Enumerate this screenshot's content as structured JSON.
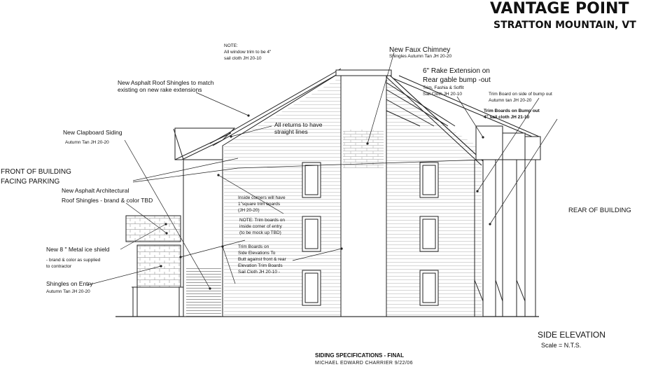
{
  "title": {
    "line1": "VANTAGE POINT",
    "line2": "STRATTON MOUNTAIN,  VT"
  },
  "labels": {
    "front_1": "FRONT OF BUILDING",
    "front_2": "FACING PARKING",
    "rear": "REAR OF BUILDING",
    "side_elevation": "SIDE ELEVATION",
    "scale": "Scale = N.T.S."
  },
  "notes": {
    "window_trim_1": "NOTE:",
    "window_trim_2": "All window trim to be 4\"",
    "window_trim_3": "sail cloth JH 20-10",
    "faux_chimney_1": "New  Faux Chimney",
    "faux_chimney_2": "Shingles Autumn Tan JH 20-20",
    "rake_1": "6\" Rake Extension on",
    "rake_2": "Rear gable bump -out",
    "rake_3": "Trim, Fashia & Soffit",
    "rake_4": "Sail Cloth JH 20-10",
    "trim_side_1": "Trim Board on side of bump out",
    "trim_side_2": "Autumn tan JH 20-20",
    "trim_bump_1": "Trim Boards on Bump out",
    "trim_bump_2": "4\" sail cloth JH 21-10",
    "roof_shingles_1": "New Asphalt Roof Shingles to match",
    "roof_shingles_2": "existing on new rake extensions",
    "returns_1": "All returns to have",
    "returns_2": "straight lines",
    "clapboard_1": "New Clapboard Siding",
    "clapboard_2": "Autumn Tan JH 20-20",
    "arch_1": "New Asphalt Architectural",
    "arch_2": "Roof Shingles - brand & color TBD",
    "inside_1": "Inside corners will have",
    "inside_2": "1\"square trim boards",
    "inside_3": "(JH 20-20)",
    "entry_note_1": "NOTE: Trim boards on",
    "entry_note_2": "inside corner of entry",
    "entry_note_3": "(to be mock up  TBD)",
    "ice_1": "New 8 \" Metal ice shield",
    "ice_2": "- brand &  color as supplied",
    "ice_3": "to contractor",
    "side_trim_1": "Trim Boards on",
    "side_trim_2": "Side Elevations To",
    "side_trim_3": "Butt against front & rear",
    "side_trim_4": "Elevation Trim Boards",
    "side_trim_5": "Sail Cloth JH 20-10 -",
    "entry_shingles_1": "Shingles on Entry",
    "entry_shingles_2": "Autumn Tan JH 20-20"
  },
  "footer": {
    "spec": "SIDING SPECIFICATIONS - FINAL",
    "author": "MICHAEL EDWARD CHARRIER  9/22/06"
  }
}
